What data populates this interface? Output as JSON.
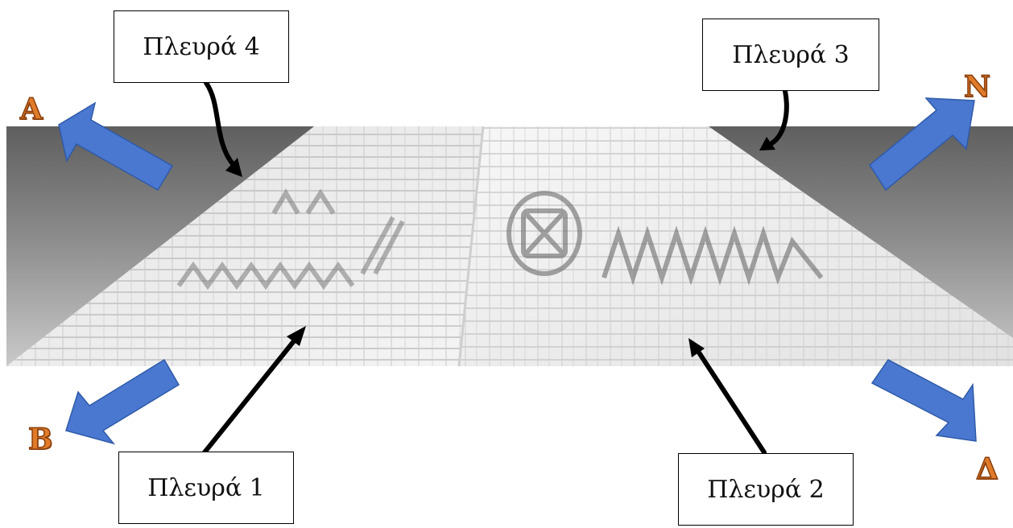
{
  "labels": {
    "side1": "Πλευρά 1",
    "side2": "Πλευρά 2",
    "side3": "Πλευρά 3",
    "side4": "Πλευρά 4"
  },
  "directions": {
    "north": "Ν",
    "south": "Δ",
    "east": "Α",
    "west": "Β"
  },
  "colors": {
    "direction_arrow": "#4a78d0",
    "direction_letter": "#e07b2a",
    "pointer_arrow": "#000000"
  }
}
